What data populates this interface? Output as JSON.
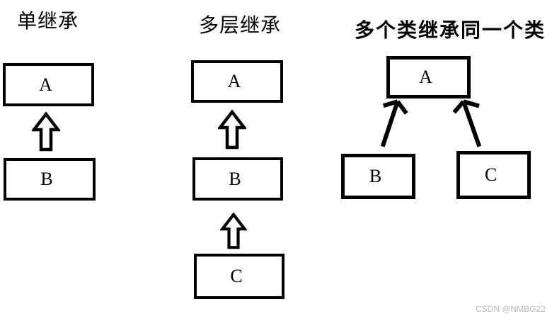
{
  "page": {
    "background_color": "#ffffff",
    "ink_color": "#000000",
    "watermark_color": "#b9b9b9",
    "watermark": "CSDN @NMBG22"
  },
  "diagrams": [
    {
      "title": "单继承",
      "nodes": [
        {
          "label": "A"
        },
        {
          "label": "B"
        }
      ],
      "edges": [
        {
          "from": "B",
          "to": "A",
          "style": "hollow-block-arrow-up"
        }
      ]
    },
    {
      "title": "多层继承",
      "nodes": [
        {
          "label": "A"
        },
        {
          "label": "B"
        },
        {
          "label": "C"
        }
      ],
      "edges": [
        {
          "from": "B",
          "to": "A",
          "style": "hollow-block-arrow-up"
        },
        {
          "from": "C",
          "to": "B",
          "style": "hollow-block-arrow-up"
        }
      ]
    },
    {
      "title": "多个类继承同一个类",
      "nodes": [
        {
          "label": "A"
        },
        {
          "label": "B"
        },
        {
          "label": "C"
        }
      ],
      "edges": [
        {
          "from": "B",
          "to": "A",
          "style": "solid-arrow"
        },
        {
          "from": "C",
          "to": "A",
          "style": "solid-arrow"
        }
      ]
    }
  ]
}
